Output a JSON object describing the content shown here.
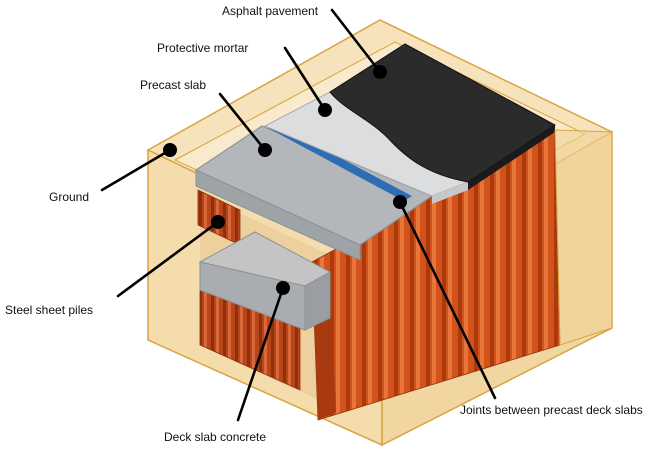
{
  "labels": {
    "asphalt_pavement": "Asphalt pavement",
    "protective_mortar": "Protective mortar",
    "precast_slab": "Precast slab",
    "ground": "Ground",
    "steel_sheet_piles": "Steel sheet piles",
    "deck_slab_concrete": "Deck slab concrete",
    "joints": "Joints between precast deck slabs"
  },
  "colors": {
    "ground_fill": "#F3D9A6",
    "ground_edge": "#D9A441",
    "sheet_pile": "#D2521A",
    "sheet_pile_dark": "#A93A10",
    "precast_slab": "#AEB2B6",
    "precast_slab_edge": "#8D9297",
    "protective_mortar": "#DCDDDF",
    "asphalt": "#2B2B2B",
    "joint": "#2E6DB4",
    "deck_concrete": "#B9B9B9",
    "leader": "#000000"
  }
}
